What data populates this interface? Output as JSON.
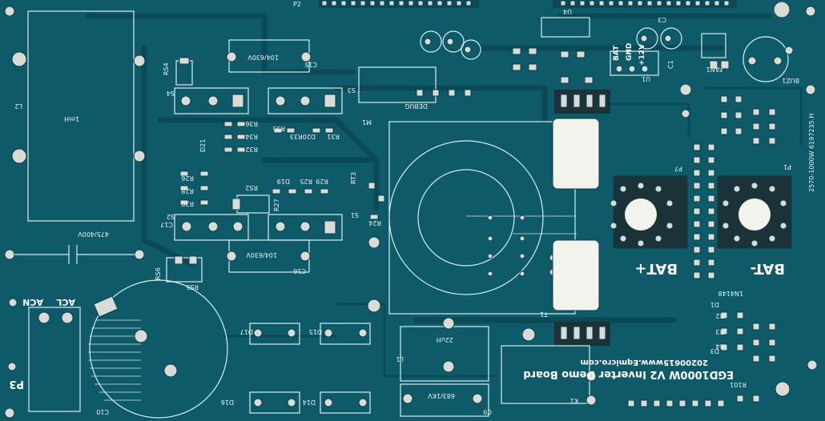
{
  "board": {
    "title": "EGD1000W V2 Inverter Demo Board",
    "website": "www.Eqmicro.com",
    "date": "20200615",
    "bat_pos": "BAT+",
    "bat_neg": "BAT-",
    "side_code": "2570-1000W 6197235.H"
  },
  "labels": [
    {
      "id": "P2",
      "text": "P2"
    },
    {
      "id": "L2",
      "text": "L2"
    },
    {
      "id": "1mH",
      "text": "1mH"
    },
    {
      "id": "C15",
      "text": "C15"
    },
    {
      "id": "C15v",
      "text": "104/630V"
    },
    {
      "id": "RS4",
      "text": "RS4"
    },
    {
      "id": "S4",
      "text": "S4"
    },
    {
      "id": "S3",
      "text": "S3"
    },
    {
      "id": "R36",
      "text": "R36"
    },
    {
      "id": "R35",
      "text": "R35"
    },
    {
      "id": "R34",
      "text": "R34"
    },
    {
      "id": "R32",
      "text": "R32"
    },
    {
      "id": "D21",
      "text": "D21"
    },
    {
      "id": "D20",
      "text": "D20R33"
    },
    {
      "id": "R31",
      "text": "R31"
    },
    {
      "id": "R26",
      "text": "R26"
    },
    {
      "id": "R28",
      "text": "R28"
    },
    {
      "id": "R30",
      "text": "R30"
    },
    {
      "id": "RS2",
      "text": "RS2"
    },
    {
      "id": "D19",
      "text": "D19"
    },
    {
      "id": "R25",
      "text": "R25"
    },
    {
      "id": "R29",
      "text": "R29"
    },
    {
      "id": "RT3",
      "text": "RT3"
    },
    {
      "id": "R27",
      "text": "R27"
    },
    {
      "id": "S2",
      "text": "S2"
    },
    {
      "id": "S1",
      "text": "S1"
    },
    {
      "id": "C17",
      "text": "C17"
    },
    {
      "id": "C17v",
      "text": "475/400V"
    },
    {
      "id": "C16",
      "text": "C16"
    },
    {
      "id": "C16v",
      "text": "104/630V"
    },
    {
      "id": "RS6",
      "text": "RS6"
    },
    {
      "id": "RS5",
      "text": "RS5"
    },
    {
      "id": "ACN",
      "text": "ACN"
    },
    {
      "id": "ACL",
      "text": "ACL"
    },
    {
      "id": "P3",
      "text": "P3"
    },
    {
      "id": "C10",
      "text": "C10"
    },
    {
      "id": "D17",
      "text": "D17"
    },
    {
      "id": "D15",
      "text": "D15"
    },
    {
      "id": "D16",
      "text": "D16"
    },
    {
      "id": "D14",
      "text": "D14"
    },
    {
      "id": "L1",
      "text": "L1"
    },
    {
      "id": "L1v",
      "text": "22uH"
    },
    {
      "id": "C9",
      "text": "C9"
    },
    {
      "id": "C9v",
      "text": "683/1KV"
    },
    {
      "id": "K1",
      "text": "K1"
    },
    {
      "id": "T1",
      "text": "T1"
    },
    {
      "id": "M1",
      "text": "M1"
    },
    {
      "id": "DEBUG",
      "text": "DEBUG"
    },
    {
      "id": "U4",
      "text": "U4"
    },
    {
      "id": "U1",
      "text": "U1"
    },
    {
      "id": "BAT",
      "text": "BAT"
    },
    {
      "id": "GND",
      "text": "GND"
    },
    {
      "id": "V12",
      "text": "+12V"
    },
    {
      "id": "C3",
      "text": "C3"
    },
    {
      "id": "C1",
      "text": "C1"
    },
    {
      "id": "FAN1",
      "text": "FAN1"
    },
    {
      "id": "BUZ1",
      "text": "BUZ1"
    },
    {
      "id": "R24",
      "text": "R24"
    },
    {
      "id": "P7",
      "text": "P7"
    },
    {
      "id": "P1",
      "text": "P1"
    },
    {
      "id": "D1",
      "text": "D1"
    },
    {
      "id": "D3",
      "text": "D3"
    },
    {
      "id": "R2",
      "text": "R2"
    },
    {
      "id": "R3",
      "text": "R3"
    },
    {
      "id": "R4",
      "text": "R4"
    },
    {
      "id": "R101",
      "text": "R101"
    },
    {
      "id": "IN4148",
      "text": "1N4148"
    }
  ]
}
